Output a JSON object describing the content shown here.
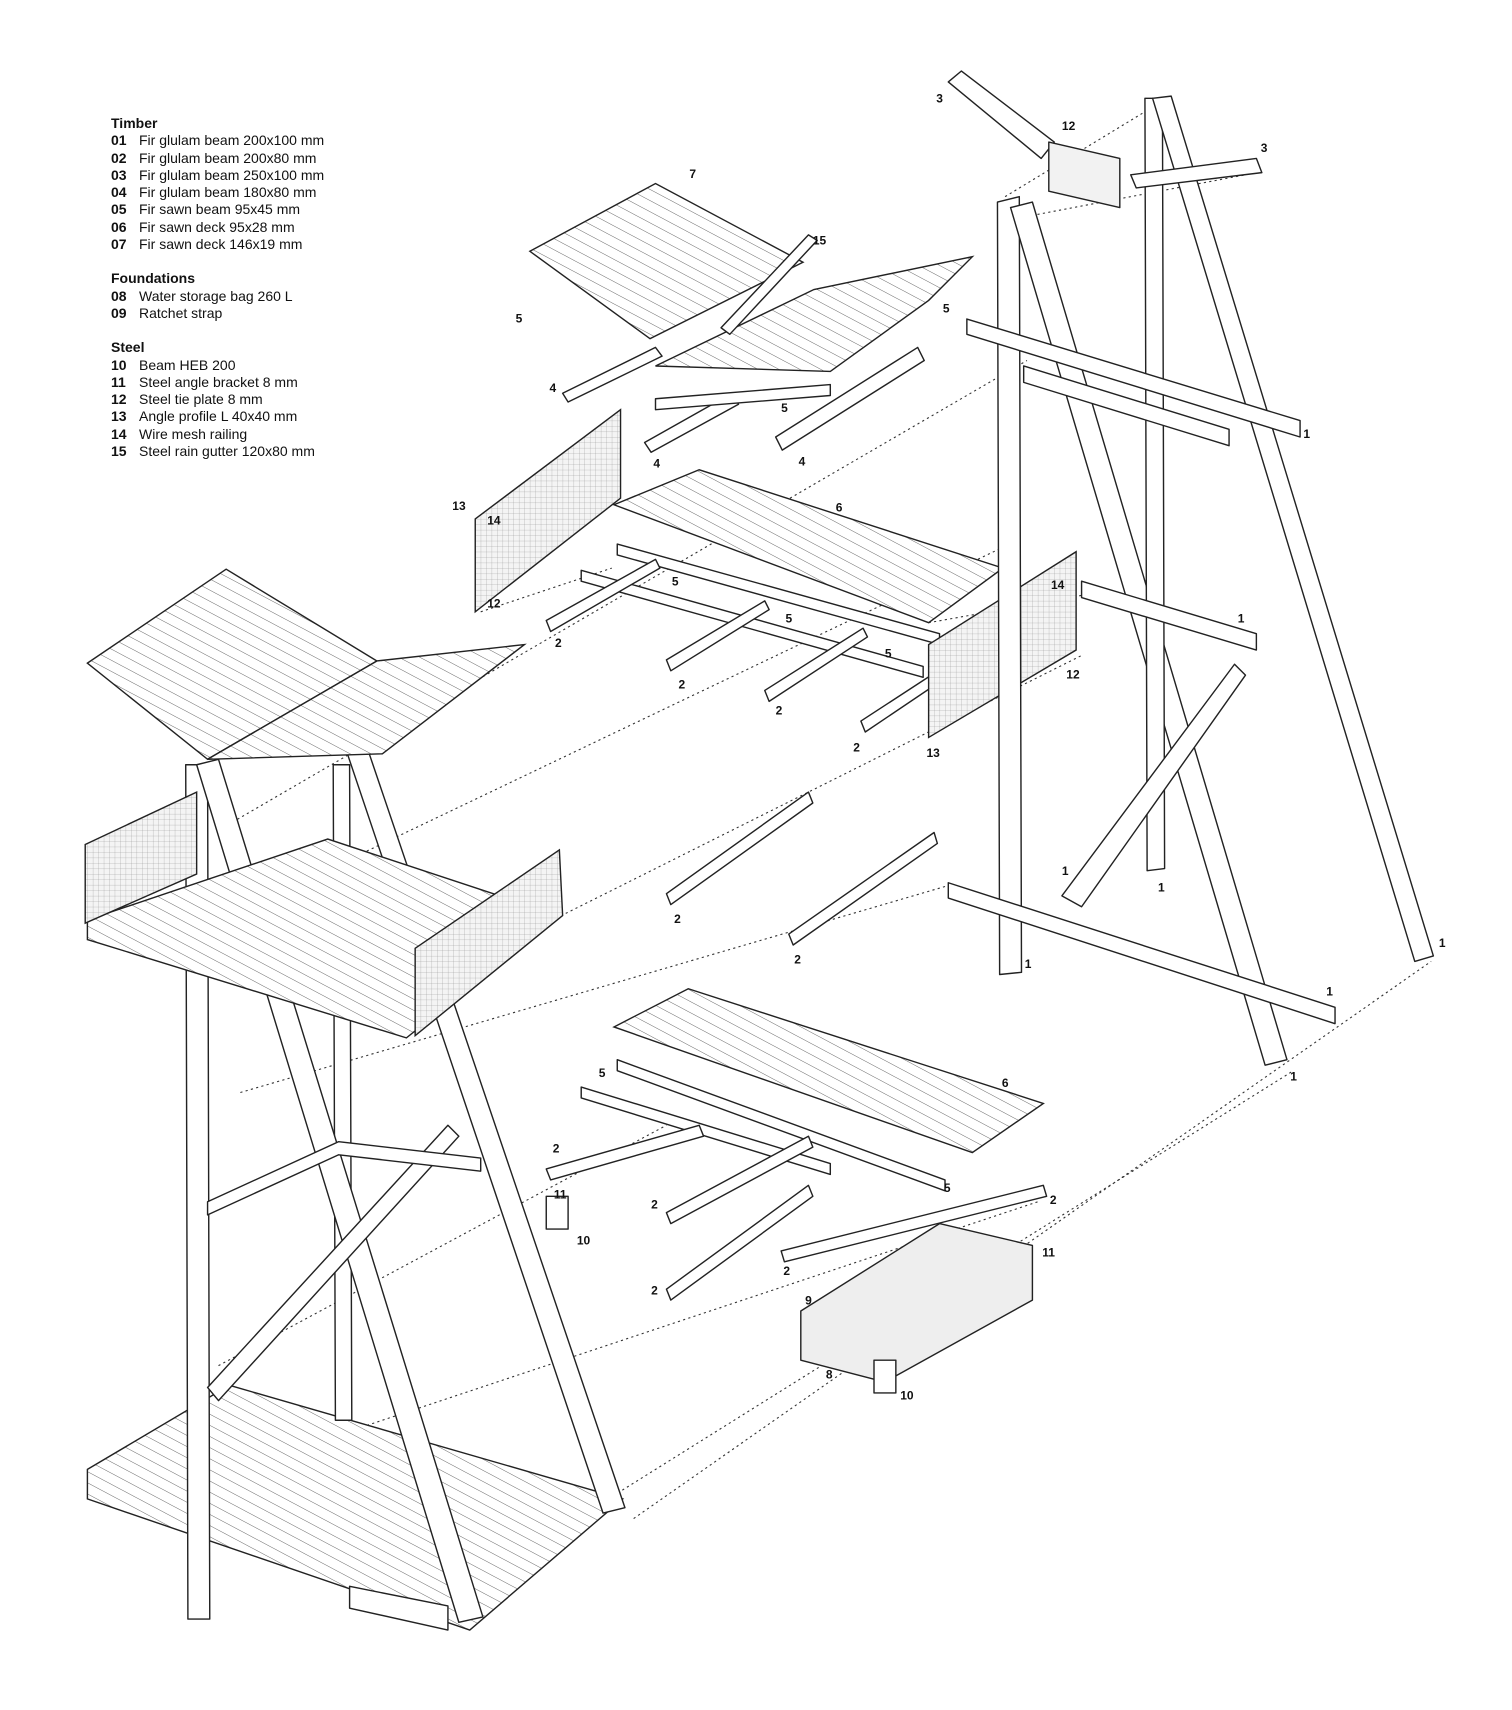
{
  "legend": {
    "sections": [
      {
        "title": "Timber",
        "items": [
          {
            "num": "01",
            "text": "Fir glulam beam 200x100 mm"
          },
          {
            "num": "02",
            "text": "Fir glulam beam 200x80 mm"
          },
          {
            "num": "03",
            "text": "Fir glulam beam 250x100 mm"
          },
          {
            "num": "04",
            "text": "Fir glulam beam 180x80 mm"
          },
          {
            "num": "05",
            "text": "Fir sawn beam 95x45 mm"
          },
          {
            "num": "06",
            "text": "Fir sawn deck 95x28 mm"
          },
          {
            "num": "07",
            "text": "Fir sawn deck 146x19 mm"
          }
        ]
      },
      {
        "title": "Foundations",
        "items": [
          {
            "num": "08",
            "text": "Water storage bag 260 L"
          },
          {
            "num": "09",
            "text": "Ratchet strap"
          }
        ]
      },
      {
        "title": "Steel",
        "items": [
          {
            "num": "10",
            "text": "Beam HEB 200"
          },
          {
            "num": "11",
            "text": "Steel angle bracket 8 mm"
          },
          {
            "num": "12",
            "text": "Steel tie plate 8 mm"
          },
          {
            "num": "13",
            "text": "Angle profile L 40x40 mm"
          },
          {
            "num": "14",
            "text": "Wire mesh railing"
          },
          {
            "num": "15",
            "text": "Steel rain gutter 120x80 mm"
          }
        ]
      }
    ]
  },
  "callouts": [
    "3",
    "12",
    "3",
    "7",
    "15",
    "5",
    "5",
    "4",
    "5",
    "4",
    "4",
    "1",
    "13",
    "14",
    "6",
    "12",
    "14",
    "5",
    "5",
    "2",
    "5",
    "1",
    "12",
    "2",
    "2",
    "2",
    "13",
    "1",
    "1",
    "2",
    "2",
    "1",
    "1",
    "1",
    "1",
    "6",
    "5",
    "2",
    "11",
    "10",
    "5",
    "2",
    "2",
    "11",
    "2",
    "2",
    "9",
    "8",
    "10"
  ]
}
